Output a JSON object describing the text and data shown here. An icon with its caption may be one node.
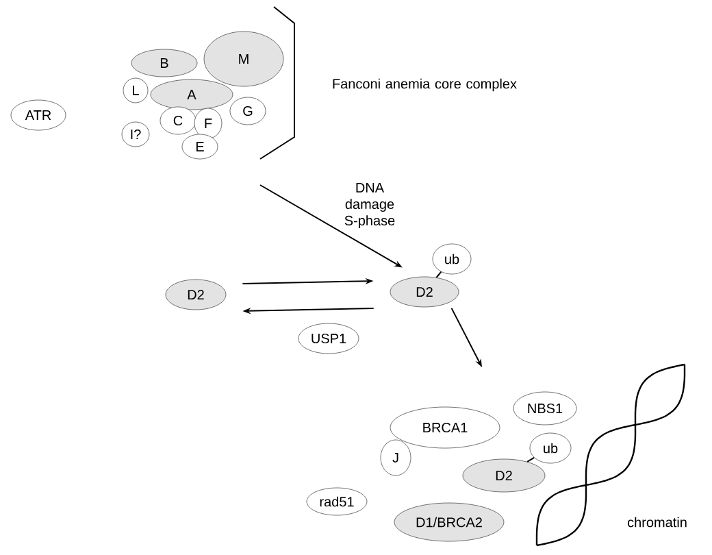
{
  "diagram": {
    "nodes": [
      {
        "text": [
          "ATR"
        ]
      },
      {
        "text": [
          "M"
        ]
      },
      {
        "text": [
          "B"
        ]
      },
      {
        "text": [
          "L"
        ]
      },
      {
        "text": [
          "A"
        ]
      },
      {
        "text": [
          "G"
        ]
      },
      {
        "text": [
          "C"
        ]
      },
      {
        "text": [
          "F"
        ]
      },
      {
        "text": [
          "I?"
        ]
      },
      {
        "text": [
          "E"
        ]
      },
      {
        "text": [
          "D2"
        ]
      },
      {
        "text": [
          "ub"
        ]
      },
      {
        "text": [
          "D2"
        ]
      },
      {
        "text": [
          "USP1"
        ]
      },
      {
        "text": [
          "NBS1"
        ]
      },
      {
        "text": [
          "BRCA1"
        ]
      },
      {
        "text": [
          "J"
        ]
      },
      {
        "text": [
          "ub"
        ]
      },
      {
        "text": [
          "D2"
        ]
      },
      {
        "text": [
          "rad51"
        ]
      },
      {
        "text": [
          "D1/BRCA2"
        ]
      }
    ],
    "edges": [
      {
        "from": null,
        "to": 12,
        "arrow": "to"
      },
      {
        "from": 10,
        "to": 12,
        "arrow": "to"
      },
      {
        "from": 12,
        "to": 10,
        "arrow": "to"
      },
      {
        "from": 11,
        "to": 12,
        "arrow": "none"
      },
      {
        "from": 12,
        "to": null,
        "arrow": "to"
      },
      {
        "from": 17,
        "to": 18,
        "arrow": "none"
      }
    ],
    "labels": [
      "Fanconi anemia core complex",
      "DNA damage S-phase",
      "chromatin"
    ]
  }
}
